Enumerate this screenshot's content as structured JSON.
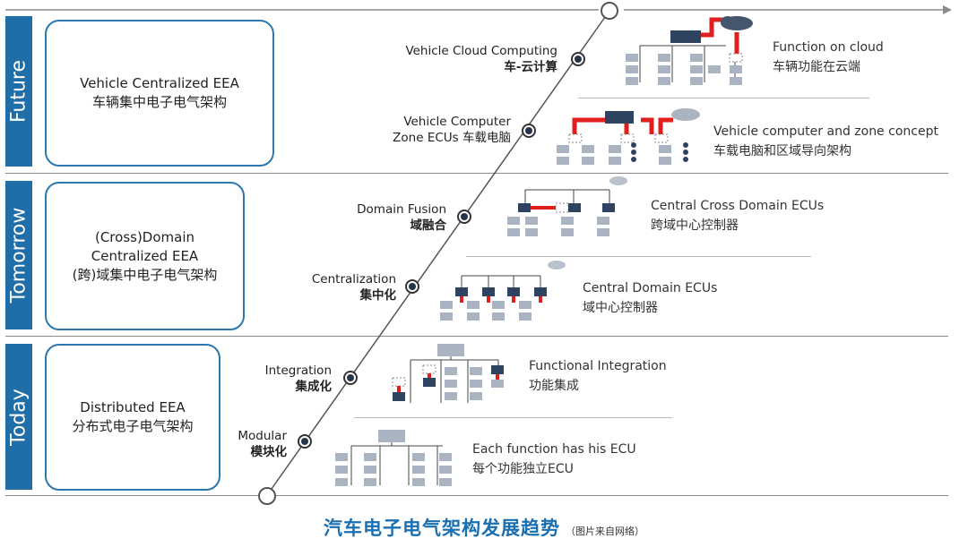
{
  "bands": [
    {
      "label": "Future"
    },
    {
      "label": "Tomorrow"
    },
    {
      "label": "Today"
    }
  ],
  "eras": [
    {
      "lines": [
        "Vehicle Centralized EEA",
        "车辆集中电子电气架构"
      ]
    },
    {
      "lines": [
        "(Cross)Domain",
        "Centralized EEA",
        "(跨)域集中电子电气架构"
      ]
    },
    {
      "lines": [
        "Distributed EEA",
        "分布式电子电气架构"
      ]
    }
  ],
  "stages": [
    {
      "en": "Vehicle Cloud Computing",
      "zh": "车-云计算"
    },
    {
      "en": "Vehicle Computer",
      "zh": "Zone ECUs 车载电脑"
    },
    {
      "en": "Domain Fusion",
      "zh": "域融合"
    },
    {
      "en": "Centralization",
      "zh": "集中化"
    },
    {
      "en": "Integration",
      "zh": "集成化"
    },
    {
      "en": "Modular",
      "zh": "模块化"
    }
  ],
  "descriptions": [
    {
      "en": "Function on cloud",
      "zh": "车辆功能在云端"
    },
    {
      "en": "Vehicle computer and zone concept",
      "zh": "车载电脑和区域导向架构"
    },
    {
      "en": "Central Cross Domain ECUs",
      "zh": "跨域中心控制器"
    },
    {
      "en": "Central Domain ECUs",
      "zh": "域中心控制器"
    },
    {
      "en": "Functional Integration",
      "zh": "功能集成"
    },
    {
      "en": "Each function has his ECU",
      "zh": "每个功能独立ECU"
    }
  ],
  "caption": {
    "main": "汽车电子电气架构发展趋势",
    "sub": "（图片来自网络）"
  },
  "colors": {
    "band": "#1f6ea8",
    "accent_red": "#e01e1e",
    "node_dark": "#2d4360",
    "box_gray": "#a9b3c2",
    "caption_blue": "#1a6fb0"
  }
}
